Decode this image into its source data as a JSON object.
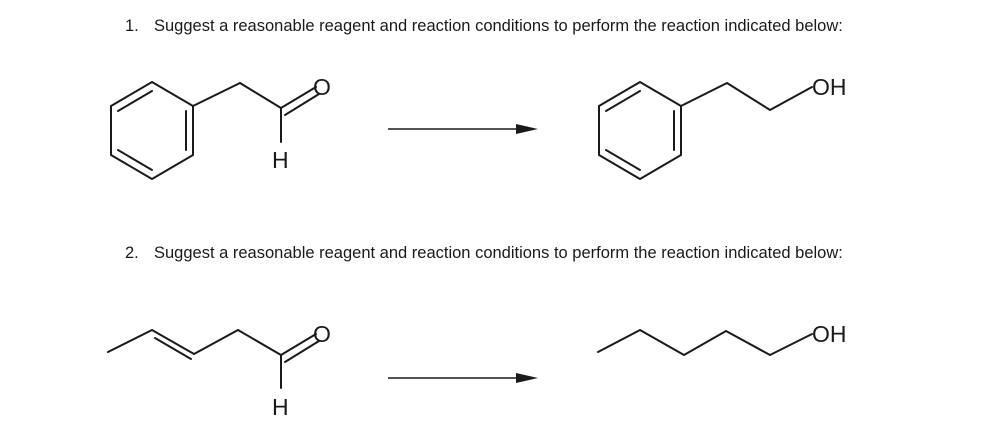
{
  "questions": [
    {
      "number": "1.",
      "text": "Suggest a reasonable reagent and reaction conditions to perform the reaction indicated below:",
      "reactant": {
        "o_label": "O",
        "h_label": "H"
      },
      "product": {
        "oh_label": "OH"
      }
    },
    {
      "number": "2.",
      "text": "Suggest a reasonable reagent and reaction conditions to perform the reaction indicated below:",
      "reactant": {
        "o_label": "O",
        "h_label": "H"
      },
      "product": {
        "oh_label": "OH"
      }
    }
  ]
}
